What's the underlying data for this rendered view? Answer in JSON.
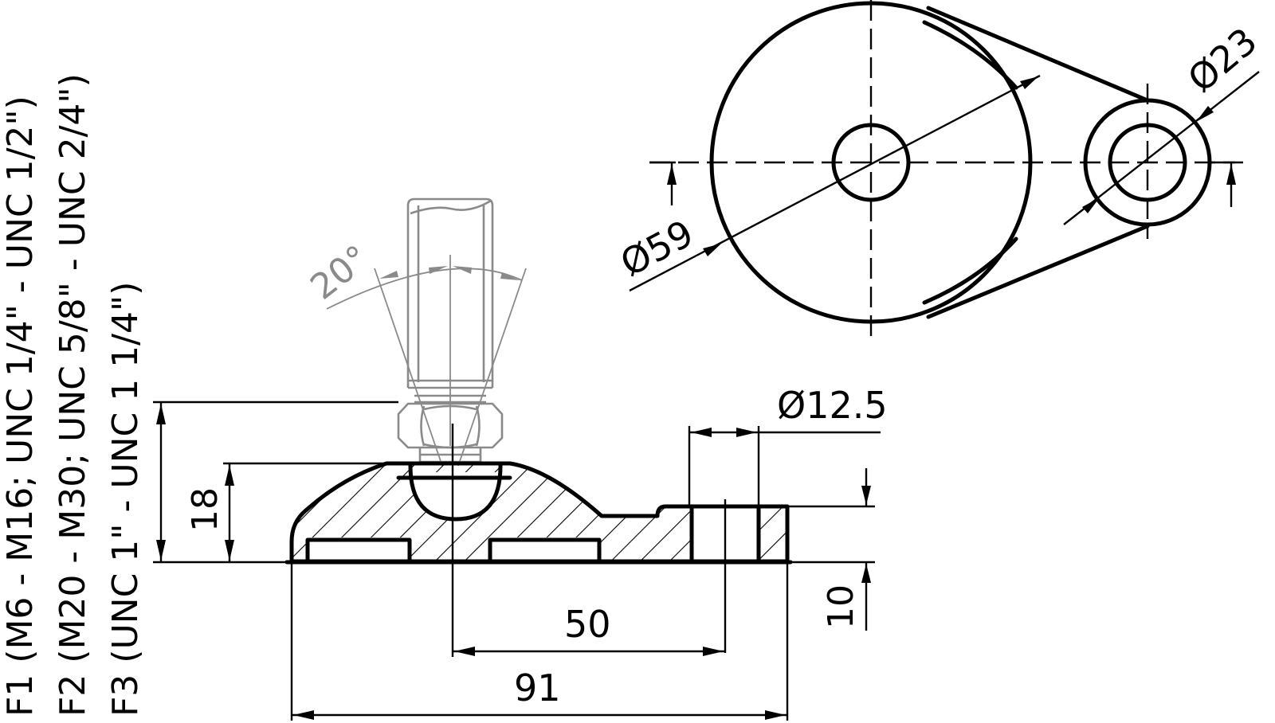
{
  "drawing": {
    "thread_legend": {
      "f1": "F1 (M6 - M16; UNC 1/4\" - UNC 1/2\")",
      "f2": "F2 (M20 - M30; UNC 5/8\" - UNC 2/4\")",
      "f3": "F3 (UNC 1\" - UNC 1 1/4\")"
    },
    "dimensions": {
      "tilt_angle": "20°",
      "base_height": "18",
      "mount_hole_diameter": "Ø12.5",
      "flange_height": "10",
      "hole_center_distance": "50",
      "overall_length": "91",
      "base_diameter": "Ø59",
      "lug_diameter": "Ø23"
    },
    "colors": {
      "line": "#000000",
      "phantom_stem": "#8a8a8a",
      "background": "#ffffff"
    }
  }
}
